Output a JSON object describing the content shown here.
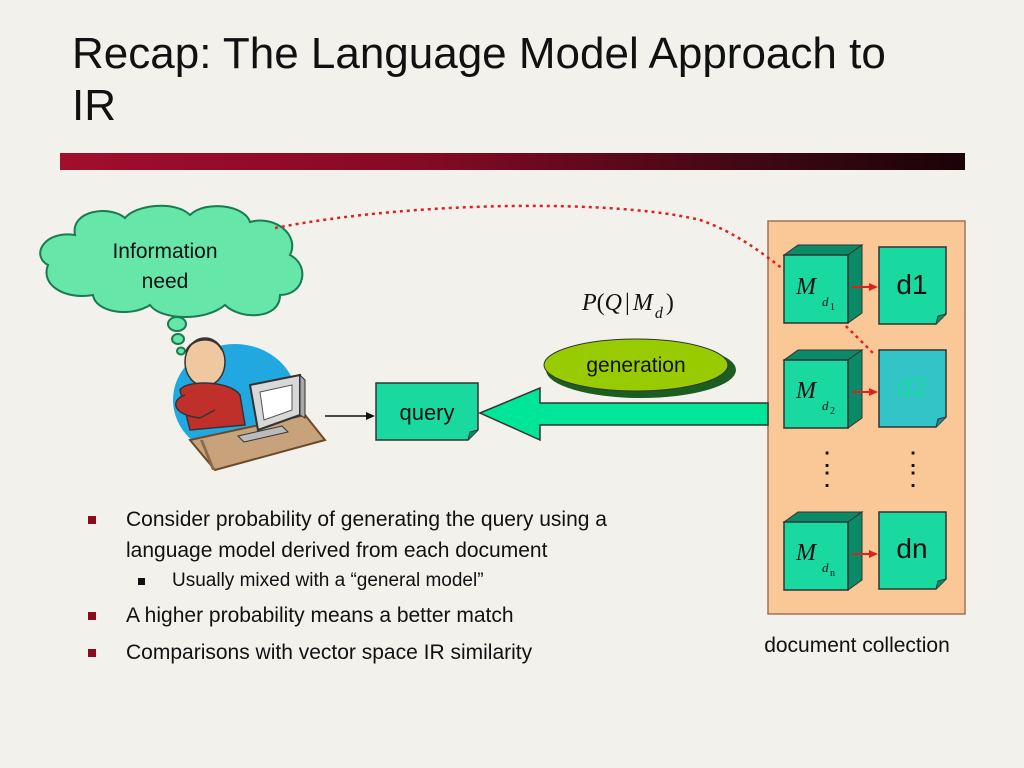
{
  "title": "Recap: The Language Model Approach to IR",
  "cloud": {
    "line1": "Information",
    "line2": "need"
  },
  "query_label": "query",
  "generation_label": "generation",
  "formula": {
    "P": "P",
    "open": "(",
    "Q": "Q",
    "bar": "|",
    "M": "M",
    "sub": "d",
    "close": ")"
  },
  "models": [
    {
      "M": "M",
      "sub": "d",
      "subsub": "1"
    },
    {
      "M": "M",
      "sub": "d",
      "subsub": "2"
    },
    {
      "M": "M",
      "sub": "d",
      "subsub": "n"
    }
  ],
  "documents": [
    "d1",
    "d2",
    "dn"
  ],
  "vdots": ":",
  "collection_label": "document collection",
  "bullets": {
    "b1": "Consider probability of generating the query using a language model derived from each document",
    "b1_sub": "Usually mixed with a “general model”",
    "b2": "A higher probability means a better match",
    "b3": "Comparisons with vector space IR similarity"
  },
  "colors": {
    "accent_bar": "#a30d2e",
    "cloud": "#66e6a8",
    "model_box": "#19d8a0",
    "doc_box": "#19d8a0",
    "doc_highlight": "#33c4c8",
    "collection_bg": "#f9c896",
    "generation": "#99cc00",
    "arrow": "#00e699",
    "dotted": "#e02020"
  }
}
